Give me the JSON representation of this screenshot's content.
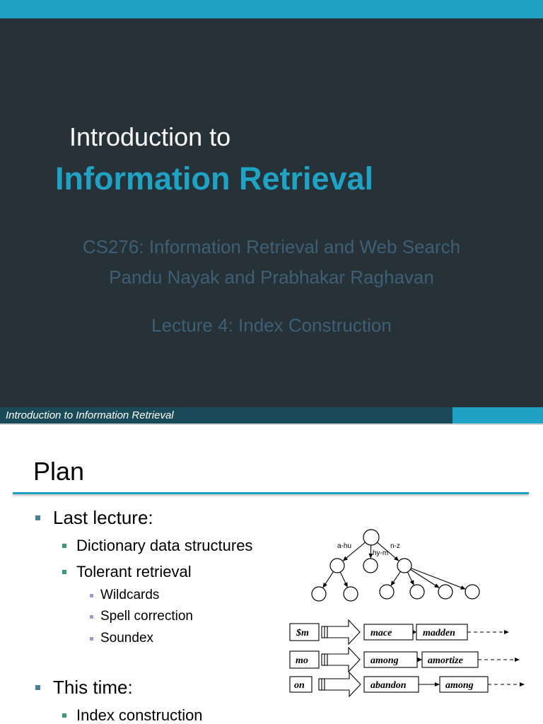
{
  "title_slide": {
    "intro": "Introduction to",
    "title": "Information Retrieval",
    "course": "CS276: Information Retrieval and Web Search",
    "authors": "Pandu Nayak and Prabhakar Raghavan",
    "lecture": "Lecture 4: Index Construction",
    "footer": "Introduction to Information Retrieval"
  },
  "plan_slide": {
    "title": "Plan",
    "items": [
      {
        "text": "Last lecture:",
        "children": [
          {
            "text": "Dictionary data structures"
          },
          {
            "text": "Tolerant retrieval",
            "children": [
              {
                "text": "Wildcards"
              },
              {
                "text": "Spell correction"
              },
              {
                "text": "Soundex"
              }
            ]
          }
        ]
      },
      {
        "text": "This time:",
        "children": [
          {
            "text": "Index construction"
          }
        ]
      }
    ],
    "diagram": {
      "tree_labels": [
        "a-hu",
        "hy-m",
        "n-z"
      ],
      "rows": [
        {
          "key": "$m",
          "postings": [
            "mace",
            "madden"
          ]
        },
        {
          "key": "mo",
          "postings": [
            "among",
            "amortize"
          ]
        },
        {
          "key": "on",
          "postings": [
            "abandon",
            "among"
          ]
        }
      ]
    }
  },
  "colors": {
    "accent": "#1fa2c4",
    "title_bg": "#263238",
    "footer_bg": "#1a4a57",
    "subtitle_text": "#3e5f74",
    "bullet_level1": "#4a7f93",
    "bullet_level2": "#3a9a78",
    "bullet_level3": "#9b9bcd"
  }
}
